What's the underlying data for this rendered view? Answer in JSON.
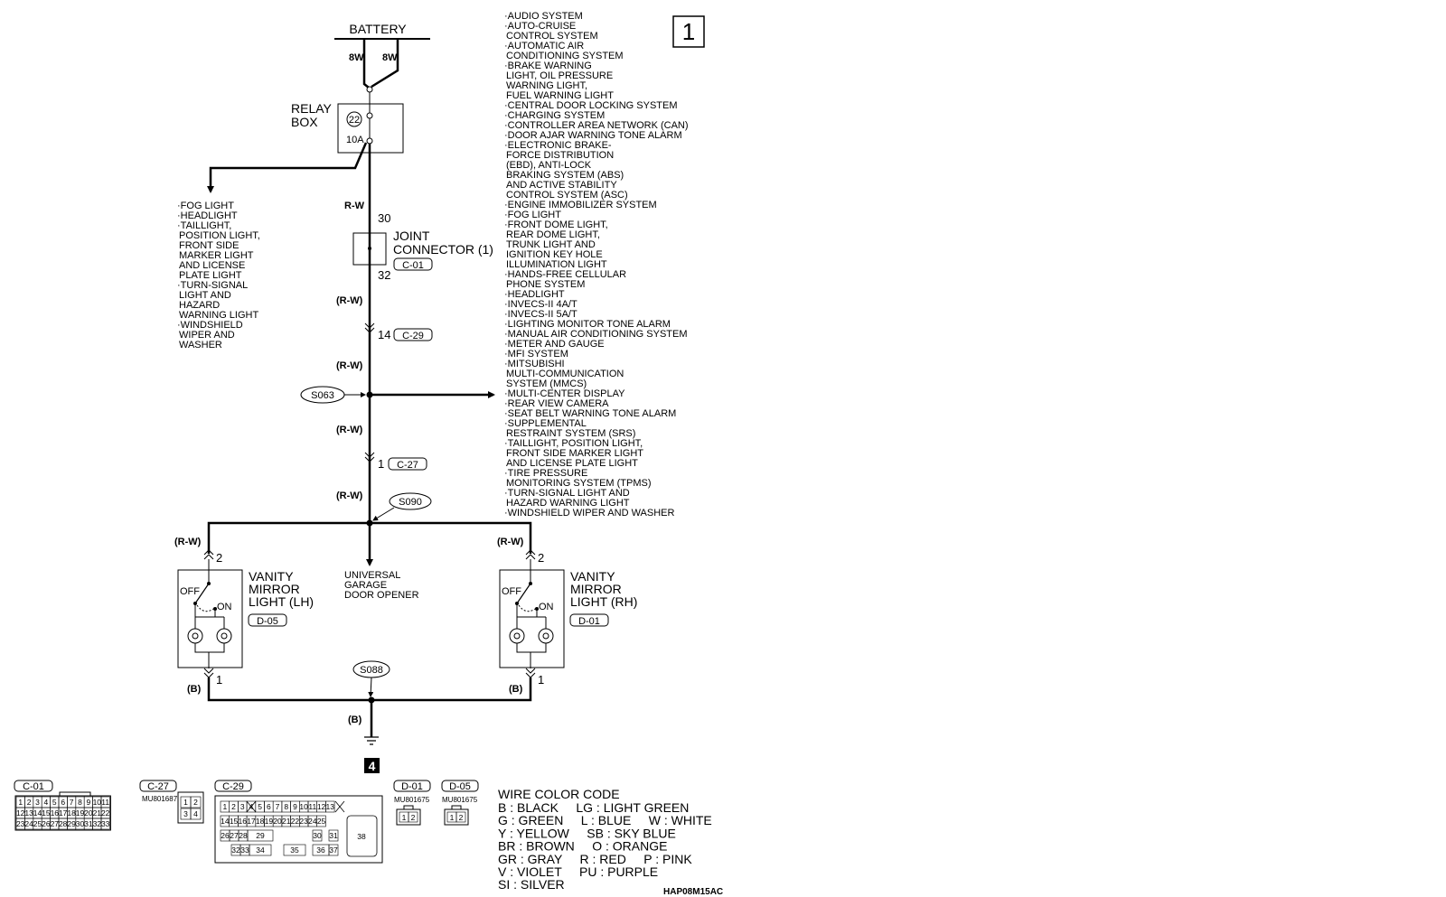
{
  "page_number": "1",
  "page_code": "HAP08M15AC",
  "battery": {
    "label": "BATTERY",
    "wire_left": "8W",
    "wire_right": "8W"
  },
  "relay_box": {
    "label_line1": "RELAY",
    "label_line2": "BOX",
    "fuse_number": "22",
    "fuse_rating": "10A"
  },
  "wires": {
    "rw": "R-W",
    "rw_paren": "(R-W)",
    "b_paren": "(B)"
  },
  "joint_connector": {
    "line1": "JOINT",
    "line2": "CONNECTOR (1)",
    "code": "C-01",
    "pin_in": "30",
    "pin_out": "32"
  },
  "connector_c29": {
    "pin": "14",
    "code": "C-29"
  },
  "connector_c27": {
    "pin": "1",
    "code": "C-27"
  },
  "splices": {
    "s063": "S063",
    "s090": "S090",
    "s088": "S088"
  },
  "ground_number": "4",
  "left_systems": [
    "·FOG LIGHT",
    "·HEADLIGHT",
    "·TAILLIGHT,",
    "POSITION LIGHT,",
    "FRONT SIDE",
    "MARKER LIGHT",
    "AND LICENSE",
    "PLATE LIGHT",
    "·TURN-SIGNAL",
    "LIGHT AND",
    "HAZARD",
    "WARNING LIGHT",
    "·WINDSHIELD",
    "WIPER AND",
    "WASHER"
  ],
  "right_systems": [
    "·AUDIO SYSTEM",
    "·AUTO-CRUISE",
    "CONTROL SYSTEM",
    "·AUTOMATIC AIR",
    "CONDITIONING SYSTEM",
    "·BRAKE WARNING",
    "LIGHT, OIL PRESSURE",
    "WARNING LIGHT,",
    "FUEL WARNING LIGHT",
    "·CENTRAL DOOR LOCKING SYSTEM",
    "·CHARGING SYSTEM",
    "·CONTROLLER AREA NETWORK (CAN)",
    "·DOOR AJAR WARNING TONE ALARM",
    "·ELECTRONIC BRAKE-",
    "FORCE DISTRIBUTION",
    "(EBD), ANTI-LOCK",
    "BRAKING SYSTEM (ABS)",
    "AND ACTIVE STABILITY",
    "CONTROL SYSTEM (ASC)",
    "·ENGINE IMMOBILIZER SYSTEM",
    "·FOG LIGHT",
    "·FRONT DOME LIGHT,",
    "REAR DOME LIGHT,",
    "TRUNK LIGHT AND",
    "IGNITION KEY HOLE",
    "ILLUMINATION LIGHT",
    "·HANDS-FREE CELLULAR",
    "PHONE SYSTEM",
    "·HEADLIGHT",
    "·INVECS-II 4A/T",
    "·INVECS-II 5A/T",
    "·LIGHTING MONITOR TONE ALARM",
    "·MANUAL AIR CONDITIONING SYSTEM",
    "·METER AND GAUGE",
    "·MFI SYSTEM",
    "·MITSUBISHI",
    "MULTI-COMMUNICATION",
    "SYSTEM (MMCS)",
    "·MULTI-CENTER DISPLAY",
    "·REAR VIEW CAMERA",
    "·SEAT BELT WARNING TONE ALARM",
    "·SUPPLEMENTAL",
    "RESTRAINT SYSTEM (SRS)",
    "·TAILLIGHT, POSITION LIGHT,",
    "FRONT SIDE MARKER LIGHT",
    "AND LICENSE PLATE LIGHT",
    "·TIRE PRESSURE",
    "MONITORING SYSTEM (TPMS)",
    "·TURN-SIGNAL LIGHT AND",
    "HAZARD WARNING LIGHT",
    "·WINDSHIELD WIPER AND WASHER"
  ],
  "garage_door": {
    "line1": "UNIVERSAL",
    "line2": "GARAGE",
    "line3": "DOOR OPENER"
  },
  "mirror_lh": {
    "line1": "VANITY",
    "line2": "MIRROR",
    "line3": "LIGHT (LH)",
    "code": "D-05",
    "pin_top": "2",
    "pin_bottom": "1",
    "off": "OFF",
    "on": "ON"
  },
  "mirror_rh": {
    "line1": "VANITY",
    "line2": "MIRROR",
    "line3": "LIGHT (RH)",
    "code": "D-01",
    "pin_top": "2",
    "pin_bottom": "1",
    "off": "OFF",
    "on": "ON"
  },
  "connector_faces": {
    "c01": {
      "code": "C-01",
      "row1": [
        "1",
        "2",
        "3",
        "4",
        "5",
        "6",
        "7",
        "8",
        "9",
        "10",
        "11"
      ],
      "row2": [
        "12",
        "13",
        "14",
        "15",
        "16",
        "17",
        "18",
        "19",
        "20",
        "21",
        "22"
      ],
      "row3": [
        "23",
        "24",
        "25",
        "26",
        "27",
        "28",
        "29",
        "30",
        "31",
        "32",
        "33"
      ]
    },
    "c27": {
      "code": "C-27",
      "part": "MU801687",
      "pins": [
        "1",
        "2",
        "3",
        "4"
      ]
    },
    "c29": {
      "code": "C-29",
      "row1": [
        "1",
        "2",
        "3",
        "4",
        "5",
        "6",
        "7",
        "8",
        "9",
        "10",
        "11",
        "12",
        "13"
      ],
      "row2": [
        "14",
        "15",
        "16",
        "17",
        "18",
        "19",
        "20",
        "21",
        "22",
        "23",
        "24",
        "25"
      ],
      "row3": [
        "26",
        "27",
        "28",
        "29",
        "30",
        "31"
      ],
      "row4": [
        "32",
        "33",
        "34",
        "35",
        "36",
        "37"
      ],
      "big": "38"
    },
    "d01": {
      "code": "D-01",
      "part": "MU801675",
      "pins": [
        "1",
        "2"
      ]
    },
    "d05": {
      "code": "D-05",
      "part": "MU801675",
      "pins": [
        "1",
        "2"
      ]
    }
  },
  "wire_color_code": {
    "title": "WIRE COLOR CODE",
    "lines": [
      "B : BLACK     LG : LIGHT GREEN",
      "G : GREEN     L : BLUE     W : WHITE",
      "Y : YELLOW     SB : SKY BLUE",
      "BR : BROWN     O : ORANGE",
      "GR : GRAY     R : RED     P : PINK",
      "V : VIOLET     PU : PURPLE",
      "SI : SILVER"
    ]
  }
}
